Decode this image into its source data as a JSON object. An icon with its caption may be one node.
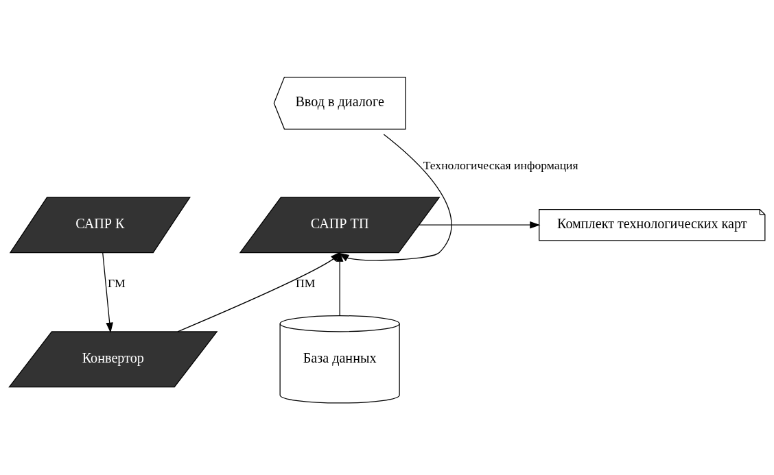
{
  "diagram": {
    "nodes": [
      {
        "text": [
          "САПР К"
        ]
      },
      {
        "text": [
          "САПР ТП"
        ]
      },
      {
        "text": [
          "Комплект технологических карт"
        ]
      },
      {
        "text": [
          "Конвертор"
        ]
      },
      {
        "text": [
          "База данных"
        ]
      },
      {
        "text": [
          "Ввод в диалоге"
        ]
      }
    ],
    "edges": [
      {
        "from": 0,
        "to": 3,
        "arrow": "to",
        "label": "ГМ"
      },
      {
        "from": 3,
        "to": 1,
        "arrow": "to",
        "label": "ПМ"
      },
      {
        "from": 5,
        "to": 1,
        "arrow": "to",
        "label": "Технологическая информация"
      },
      {
        "from": 4,
        "to": 1,
        "arrow": "to"
      },
      {
        "from": 1,
        "to": 2,
        "arrow": "to"
      }
    ]
  }
}
